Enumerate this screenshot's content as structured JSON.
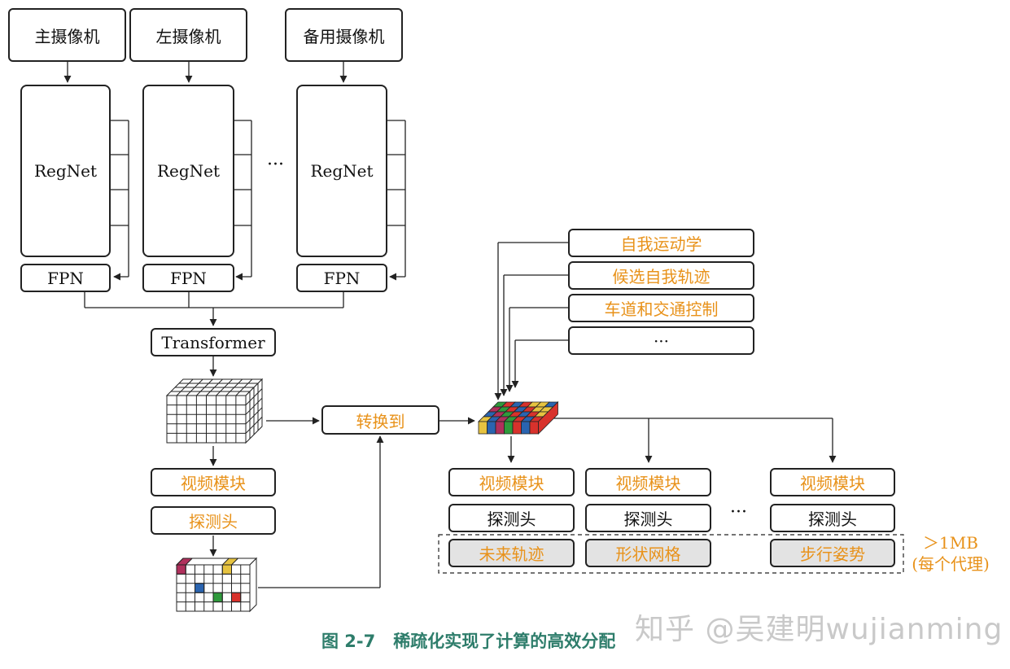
{
  "cameras": {
    "main": "主摄像机",
    "left": "左摄像机",
    "backup": "备用摄像机"
  },
  "backbone": "RegNet",
  "fpn": "FPN",
  "ellipsis": "···",
  "transformer": "Transformer",
  "left_branch": {
    "video_module": "视频模块",
    "probe_head": "探测头"
  },
  "convert_to": "转换到",
  "inputs": {
    "ego_kinematics": "自我运动学",
    "candidate_ego_traj": "候选自我轨迹",
    "lane_traffic": "车道和交通控制",
    "more": "···"
  },
  "heads": [
    {
      "video_module": "视频模块",
      "probe_head": "探测头",
      "output": "未来轨迹"
    },
    {
      "video_module": "视频模块",
      "probe_head": "探测头",
      "output": "形状网格"
    },
    {
      "video_module": "视频模块",
      "probe_head": "探测头",
      "output": "步行姿势"
    }
  ],
  "output_note": {
    "size": "＞1MB",
    "per_agent": "(每个代理)"
  },
  "caption": {
    "number": "图 2-7",
    "text": "稀疏化实现了计算的高效分配"
  },
  "watermark": "知乎 @吴建明wujianming",
  "colors": {
    "orange": "#e8921a",
    "caption_green": "#2e7d6b"
  }
}
